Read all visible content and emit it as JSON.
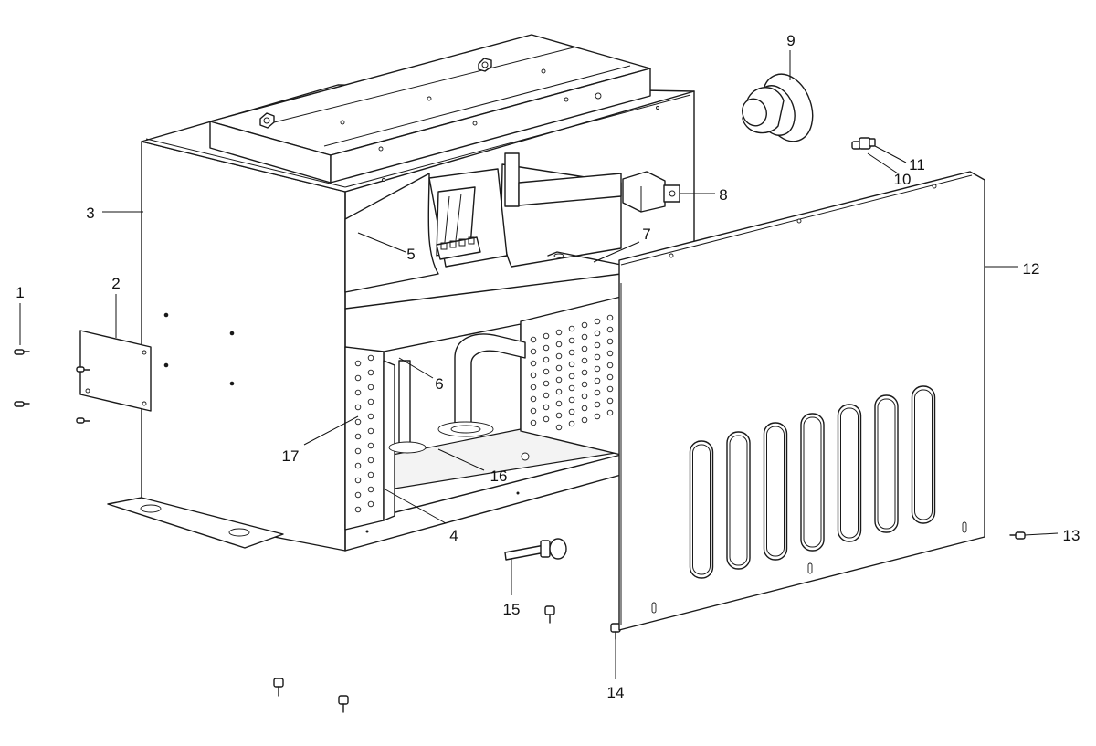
{
  "callouts": [
    {
      "id": "c1",
      "text": "1"
    },
    {
      "id": "c2",
      "text": "2"
    },
    {
      "id": "c3",
      "text": "3"
    },
    {
      "id": "c4",
      "text": "4"
    },
    {
      "id": "c5",
      "text": "5"
    },
    {
      "id": "c6",
      "text": "6"
    },
    {
      "id": "c7",
      "text": "7"
    },
    {
      "id": "c8",
      "text": "8"
    },
    {
      "id": "c9",
      "text": "9"
    },
    {
      "id": "c10",
      "text": "10"
    },
    {
      "id": "c11",
      "text": "11"
    },
    {
      "id": "c12",
      "text": "12"
    },
    {
      "id": "c13",
      "text": "13"
    },
    {
      "id": "c14",
      "text": "14"
    },
    {
      "id": "c15",
      "text": "15"
    },
    {
      "id": "c16",
      "text": "16"
    },
    {
      "id": "c17",
      "text": "17"
    }
  ]
}
